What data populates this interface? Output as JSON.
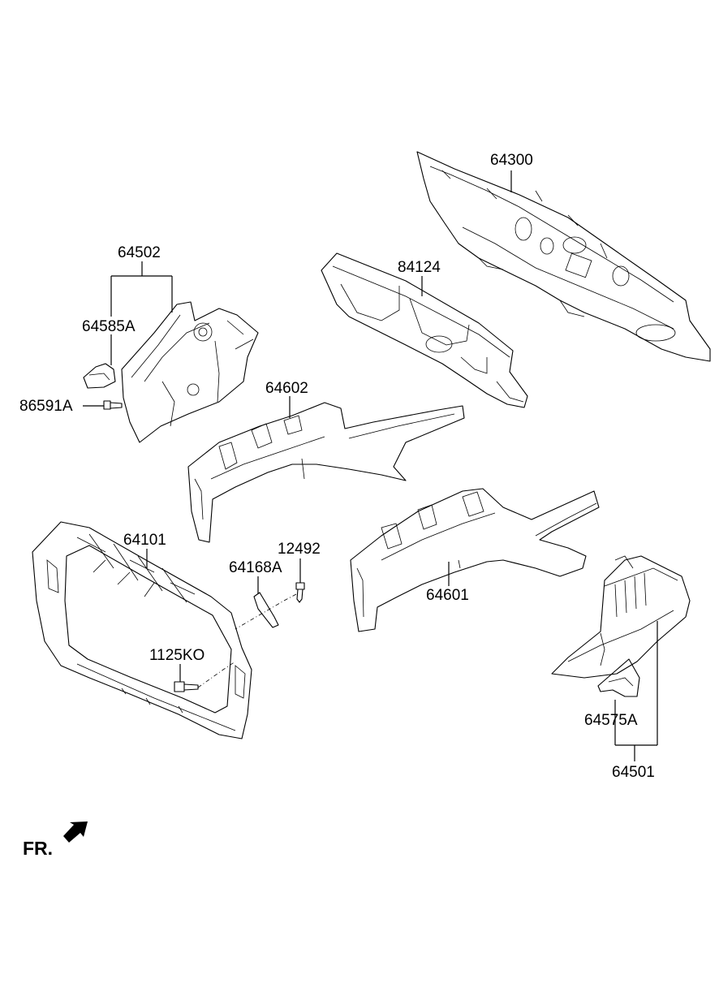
{
  "parts": [
    {
      "id": "p64300",
      "number": "64300"
    },
    {
      "id": "p84124",
      "number": "84124"
    },
    {
      "id": "p64502",
      "number": "64502"
    },
    {
      "id": "p64585A",
      "number": "64585A"
    },
    {
      "id": "p86591A",
      "number": "86591A"
    },
    {
      "id": "p64602",
      "number": "64602"
    },
    {
      "id": "p64101",
      "number": "64101"
    },
    {
      "id": "p12492",
      "number": "12492"
    },
    {
      "id": "p64168A",
      "number": "64168A"
    },
    {
      "id": "p64601",
      "number": "64601"
    },
    {
      "id": "p1125KO",
      "number": "1125KO"
    },
    {
      "id": "p64575A",
      "number": "64575A"
    },
    {
      "id": "p64501",
      "number": "64501"
    }
  ],
  "direction_marker": {
    "label": "FR.",
    "icon": "arrow-front-icon"
  }
}
